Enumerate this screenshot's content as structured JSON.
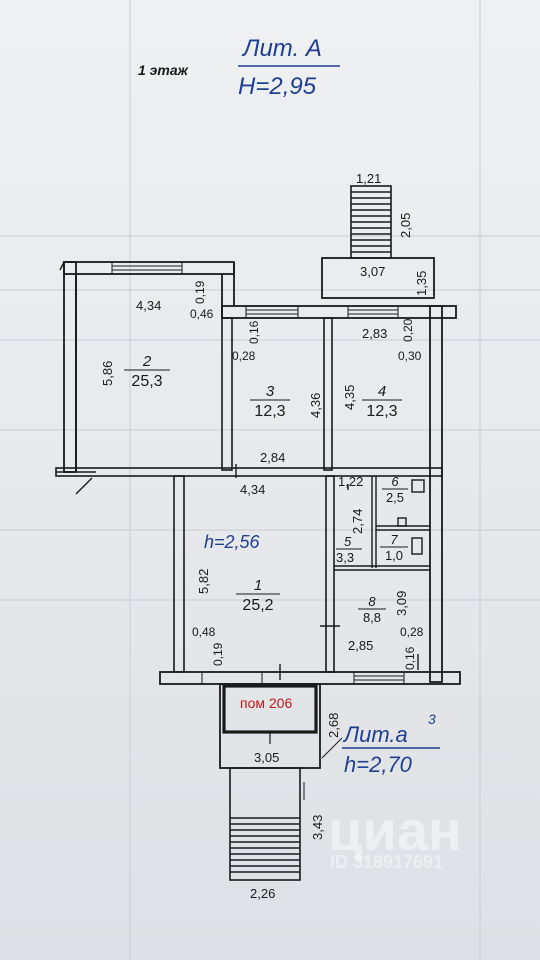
{
  "header": {
    "floor_label": "1 этаж",
    "lit_main": "Лит. А",
    "lit_main_height": "H=2,95"
  },
  "rooms": [
    {
      "number": "2",
      "area": "25,3"
    },
    {
      "number": "3",
      "area": "12,3"
    },
    {
      "number": "4",
      "area": "12,3"
    },
    {
      "number": "1",
      "area": "25,2"
    },
    {
      "number": "6",
      "area": "2,5"
    },
    {
      "number": "5",
      "area": "3,3"
    },
    {
      "number": "7",
      "area": "1,0"
    },
    {
      "number": "8",
      "area": "8,8"
    }
  ],
  "room1_height": "h=2,56",
  "premise_label": "пом 206",
  "annex": {
    "lit": "Лит.а",
    "superscript": "3",
    "height": "h=2,70"
  },
  "dimensions": {
    "stair_top_width": "1,21",
    "stair_top_length": "2,05",
    "porch_top_width": "3,07",
    "porch_top_depth": "1,35",
    "room2_width": "4,34",
    "room2_wall_a": "0,19",
    "room2_wall_b": "0,46",
    "room2_length": "5,86",
    "room3_wall_a": "0,16",
    "room3_wall_b": "0,28",
    "room3_length": "4,36",
    "room3_width": "2,84",
    "room4_width": "2,83",
    "room4_wall_a": "0,20",
    "room4_wall_b": "0,30",
    "room4_length": "4,35",
    "room1_width": "4,34",
    "room1_length": "5,82",
    "room1_wall_a": "0,48",
    "room1_wall_b": "0,19",
    "room5_width": "1,22",
    "room5_length": "2,74",
    "room8_length": "3,09",
    "room8_width": "2,85",
    "room8_wall_a": "0,28",
    "room8_wall_b": "0,16",
    "annex_length": "2,68",
    "annex_width": "3,05",
    "stair_bottom_length": "3,43",
    "stair_bottom_width": "2,26"
  },
  "watermark": {
    "brand": "циан",
    "id": "ID 318917691"
  },
  "colors": {
    "ink": "#1a1a1a",
    "blue_ink": "#1f3f8f",
    "red_ink": "#c01818",
    "paper": "#e9ebee"
  }
}
